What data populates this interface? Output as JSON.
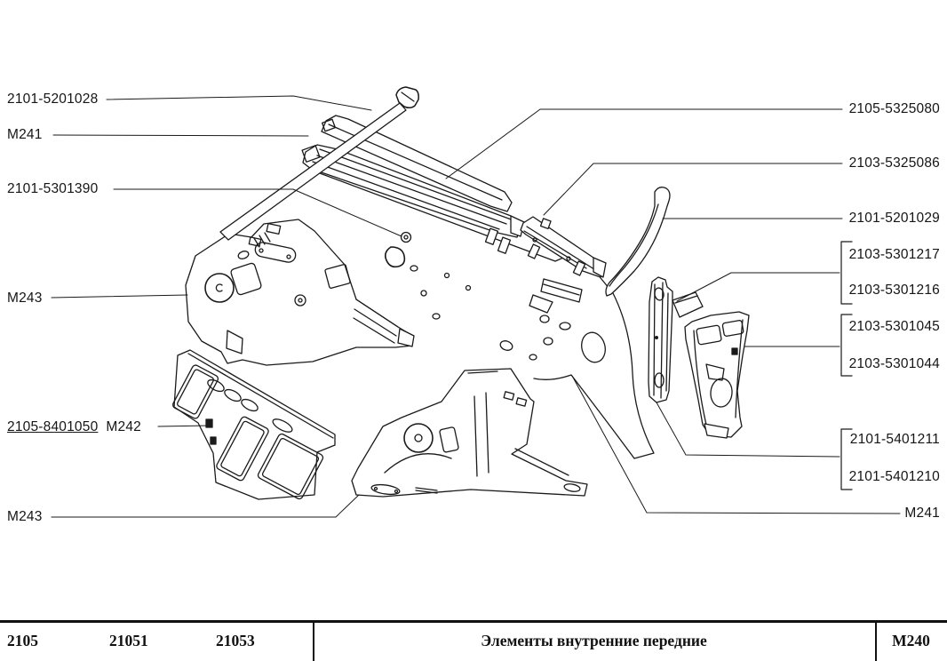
{
  "page": {
    "background": "#ffffff",
    "ink": "#1a1a1a"
  },
  "labels": {
    "left": [
      {
        "text": "2101-5201028"
      },
      {
        "text": "M241"
      },
      {
        "text": "2101-5301390"
      },
      {
        "text": "M243"
      },
      {
        "text": "2105-8401050"
      },
      {
        "text": "M242"
      },
      {
        "text": "M243"
      }
    ],
    "right": [
      {
        "text": "2105-5325080"
      },
      {
        "text": "2103-5325086"
      },
      {
        "text": "2101-5201029"
      },
      {
        "text": "2103-5301217"
      },
      {
        "text": "2103-5301216"
      },
      {
        "text": "2103-5301045"
      },
      {
        "text": "2103-5301044"
      },
      {
        "text": "2101-5401211"
      },
      {
        "text": "2101-5401210"
      },
      {
        "text": "M241"
      }
    ]
  },
  "footer": {
    "models": [
      "2105",
      "21051",
      "21053"
    ],
    "title": "Элементы внутренние передние",
    "sheet_code": "М240"
  }
}
